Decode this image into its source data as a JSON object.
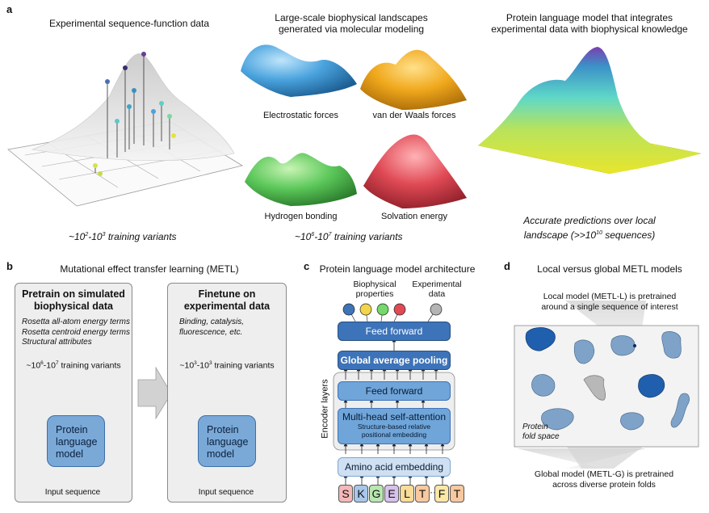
{
  "panel_a": {
    "letter": "a",
    "col1_title": "Experimental sequence-function data",
    "col2_title_l1": "Large-scale biophysical landscapes",
    "col2_title_l2": "generated via molecular modeling",
    "col3_title_l1": "Protein language model that integrates",
    "col3_title_l2": "experimental data with biophysical knowledge",
    "land_electrostatic": "Electrostatic forces",
    "land_vdw": "van der Waals forces",
    "land_hbond": "Hydrogen bonding",
    "land_solv": "Solvation energy",
    "col1_caption_prefix": "~10",
    "col1_caption_exp1": "2",
    "col1_caption_mid": "-10",
    "col1_caption_exp2": "3",
    "col1_caption_suffix": " training variants",
    "col2_caption_prefix": "~10",
    "col2_caption_exp1": "6",
    "col2_caption_mid": "-10",
    "col2_caption_exp2": "7",
    "col2_caption_suffix": " training variants",
    "col3_caption_l1": "Accurate predictions over local",
    "col3_caption_l2a": "landscape (>>10",
    "col3_caption_l2exp": "10",
    "col3_caption_l2b": " sequences)",
    "colors": {
      "electrostatic": "#4aa3de",
      "vdw": "#f0a81c",
      "hbond": "#5cc85a",
      "solvation": "#e04a55"
    }
  },
  "panel_b": {
    "letter": "b",
    "title": "Mutational effect transfer learning (METL)",
    "pre_title_l1": "Pretrain on simulated",
    "pre_title_l2": "biophysical data",
    "pre_items": [
      "Rosetta all-atom energy terms",
      "Rosetta centroid energy terms",
      "Structural attributes"
    ],
    "pre_count_prefix": "~10",
    "pre_count_exp1": "6",
    "pre_count_mid": "-10",
    "pre_count_exp2": "7",
    "pre_count_suffix": " training variants",
    "fine_title_l1": "Finetune on",
    "fine_title_l2": "experimental data",
    "fine_items_l1": "Binding, catalysis,",
    "fine_items_l2": "fluorescence, etc.",
    "fine_count_prefix": "~10",
    "fine_count_exp1": "3",
    "fine_count_mid": "-10",
    "fine_count_exp2": "3",
    "fine_count_suffix": " training variants",
    "model_l1": "Protein",
    "model_l2": "language",
    "model_l3": "model",
    "input_label": "Input sequence",
    "input_label_2": "Input sequence"
  },
  "panel_c": {
    "letter": "c",
    "title": "Protein language model architecture",
    "biophys_l1": "Biophysical",
    "biophys_l2": "properties",
    "exp_l1": "Experimental",
    "exp_l2": "data",
    "feed_forward_top": "Feed forward",
    "global_pool": "Global average pooling",
    "feed_forward_enc": "Feed forward",
    "mha": "Multi-head self-attention",
    "mha_sub_l1": "Structure-based relative",
    "mha_sub_l2": "positional embedding",
    "encoder_label": "Encoder layers",
    "embedding": "Amino acid embedding",
    "tokens": [
      "S",
      "K",
      "G",
      "E",
      "L",
      "T",
      "···",
      "F",
      "T"
    ]
  },
  "panel_d": {
    "letter": "d",
    "title": "Local versus global METL models",
    "local_l1": "Local model (METL-L) is pretrained",
    "local_l2": "around a single sequence of interest",
    "fold_l1": "Protein",
    "fold_l2": "fold space",
    "global_l1": "Global model (METL-G) is pretrained",
    "global_l2": "across diverse protein folds"
  }
}
